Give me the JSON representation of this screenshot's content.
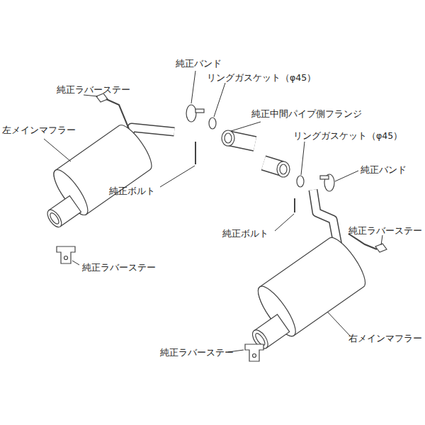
{
  "diagram": {
    "labels": [
      "純正バンド",
      "リングガスケット（φ45）",
      "純正ラバーステー",
      "純正中間パイプ側フランジ",
      "左メインマフラー",
      "リングガスケット（φ45）",
      "純正バンド",
      "純正ボルト",
      "純正ボルト",
      "純正ラバーステー",
      "純正ラバーステー",
      "右メインマフラー",
      "純正ラバーステー"
    ]
  }
}
